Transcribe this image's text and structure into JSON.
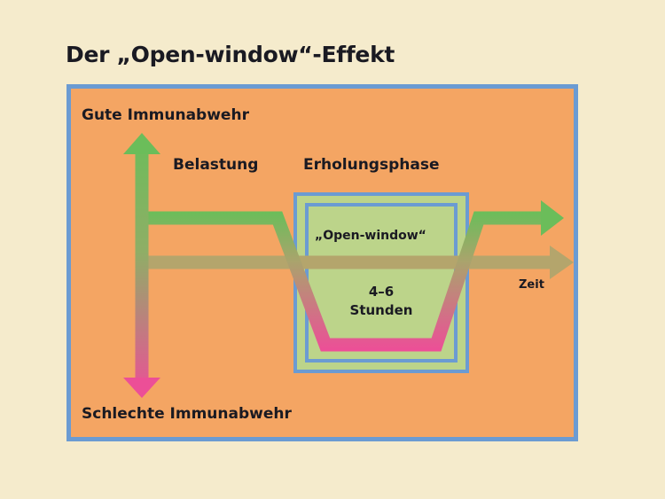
{
  "title": "Der „Open-window“-Effekt",
  "labels": {
    "good_immunity": "Gute Immunabwehr",
    "poor_immunity": "Schlechte Immunabwehr",
    "stress": "Belastung",
    "recovery_phase": "Erholungsphase",
    "open_window": "„Open-window“",
    "duration_value": "4–6",
    "duration_unit": "Stunden",
    "time_axis": "Zeit"
  },
  "colors": {
    "background": "#f5ebcc",
    "panel_fill": "#f4a563",
    "panel_border": "#6b9bd2",
    "window_fill": "#bcd48a",
    "good_green": "#6bbd5a",
    "poor_pink": "#ec4f97",
    "baseline_olive": "#b4a56c",
    "text": "#1a1a22"
  },
  "chart_data": {
    "type": "line",
    "title": "Der „Open-window“-Effekt",
    "xlabel": "Zeit",
    "ylabel_top": "Gute Immunabwehr",
    "ylabel_bottom": "Schlechte Immunabwehr",
    "phases": [
      "Belastung",
      "Erholungsphase"
    ],
    "annotation_window": "„Open-window“",
    "annotation_duration": "4–6 Stunden",
    "series": [
      {
        "name": "Immunabwehr",
        "description": "schematic: normal level, drops during Belastung, low during open window, recovers",
        "points": [
          {
            "t": 0,
            "level": 1
          },
          {
            "t": 0.3,
            "level": 1
          },
          {
            "t": 0.43,
            "level": -1
          },
          {
            "t": 0.68,
            "level": -1
          },
          {
            "t": 0.8,
            "level": 1
          },
          {
            "t": 1,
            "level": 1
          }
        ]
      },
      {
        "name": "Baseline",
        "points": [
          {
            "t": 0,
            "level": 0
          },
          {
            "t": 1,
            "level": 0
          }
        ]
      }
    ]
  }
}
